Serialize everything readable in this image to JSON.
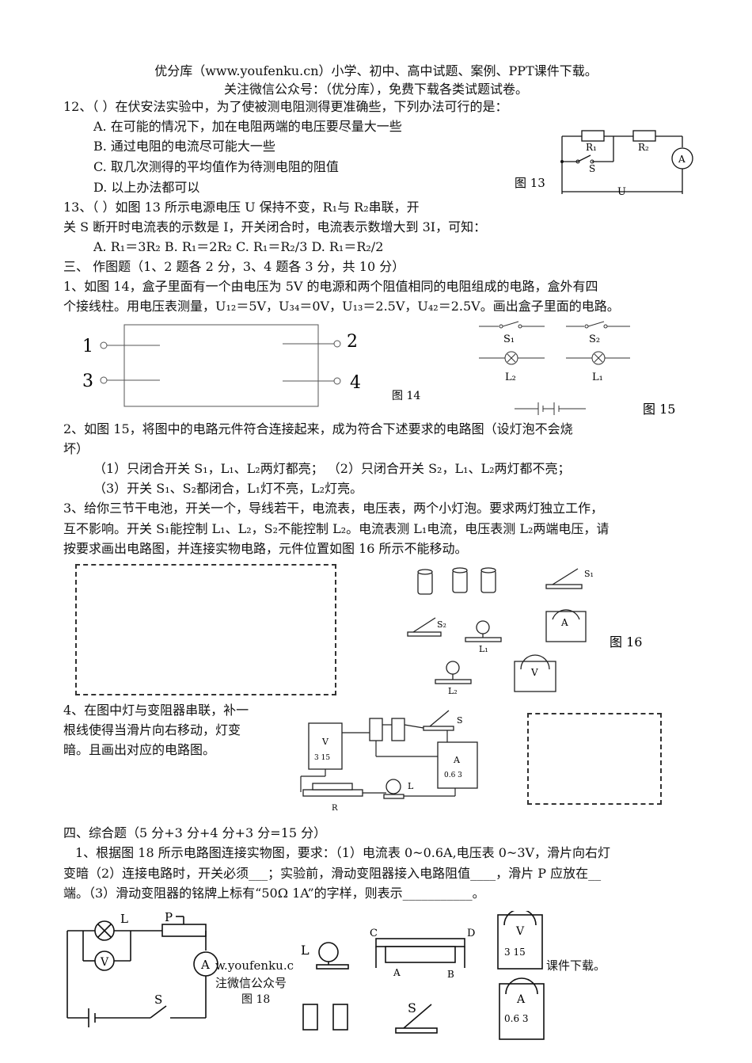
{
  "header": {
    "line1": "优分库（www.youfenku.cn）小学、初中、高中试题、案例、PPT课件下载。",
    "line2": "关注微信公众号：（优分库），免费下载各类试题试卷。"
  },
  "q12": {
    "stem": "12、（ ）在伏安法实验中，为了使被测电阻测得更准确些，下列办法可行的是：",
    "A": "A. 在可能的情况下，加在电阻两端的电压要尽量大一些",
    "B": "B. 通过电阻的电流尽可能大一些",
    "C": "C. 取几次测得的平均值作为待测电阻的阻值",
    "D": "D. 以上办法都可以"
  },
  "fig13": {
    "caption": "图 13",
    "r1": "R₁",
    "r2": "R₂",
    "s": "S",
    "u": "U",
    "a": "A"
  },
  "q13": {
    "line1": "13、（ ）如图 13 所示电源电压 U 保持不变，R₁与 R₂串联，开",
    "line2": "关 S 断开时电流表的示数是 I，开关闭合时，电流表示数增大到 3I，可知：",
    "options": "A. R₁＝3R₂    B. R₁＝2R₂    C. R₁＝R₂/3     D. R₁＝R₂/2"
  },
  "sec3": {
    "title": "三、       作图题（1、2 题各 2 分，3、4 题各 3 分，共 10 分）"
  },
  "p1": {
    "line1": "1、如图 14，盒子里面有一个由电压为 5V 的电源和两个阻值相同的电阻组成的电路，盒外有四",
    "line2": "个接线柱。用电压表测量，U₁₂＝5V，U₃₄＝0V，U₁₃＝2.5V，U₄₂＝2.5V。画出盒子里面的电路。"
  },
  "fig14": {
    "caption": "图 14",
    "t1": "1",
    "t2": "2",
    "t3": "3",
    "t4": "4"
  },
  "fig15": {
    "caption": "图 15",
    "s1": "S₁",
    "s2": "S₂",
    "l2": "L₂",
    "l1": "L₁"
  },
  "p2": {
    "line1": "2、如图 15，将图中的电路元件符合连接起来，成为符合下述要求的电路图（设灯泡不会烧",
    "line2": "坏）",
    "req1": "（1）只闭合开关 S₁，L₁、L₂两灯都亮；   （2）只闭合开关 S₂，L₁、L₂两灯都不亮；",
    "req2": "（3）开关 S₁、S₂都闭合，L₁灯不亮，L₂灯亮。"
  },
  "p3": {
    "line1": "3、给你三节干电池，开关一个，导线若干，电流表，电压表，两个小灯泡。要求两灯独立工作，",
    "line2": "互不影响。开关 S₁能控制 L₁、L₂，S₂不能控制 L₂。电流表测 L₁电流，电压表测 L₂两端电压，请",
    "line3": "按要求画出电路图，并连接实物电路，元件位置如图 16 所示不能移动。"
  },
  "fig16": {
    "caption": "图 16",
    "s1": "S₁",
    "s2": "S₂",
    "l1": "L₁",
    "l2": "L₂",
    "a": "A",
    "v": "V"
  },
  "p4": {
    "line1": "4、在图中灯与变阻器串联，补一",
    "line2": "根线使得当滑片向右移动，灯变",
    "line3": "暗。且画出对应的电路图。"
  },
  "fig17": {
    "s": "S",
    "l": "L",
    "r": "R",
    "v": "V",
    "vscale": "3  15",
    "a": "A",
    "ascale": "0.6  3"
  },
  "sec4": {
    "title": "四、综合题（5 分+3 分+4 分+3 分=15 分）"
  },
  "c1": {
    "line1": "1、根据图 18 所示电路图连接实物图，要求：（1）电流表 0~0.6A,电压表 0~3V，滑片向右灯",
    "line2": "变暗（2）连接电路时，开关必须___；实验前，滑动变阻器接入电路阻值____，滑片 P 应放在__",
    "line3": "端。（3）滑动变阻器的铭牌上标有“50Ω 1A”的字样，则表示___________。"
  },
  "fig18": {
    "caption": "图 18",
    "l": "L",
    "p": "P",
    "v": "V",
    "a": "A",
    "s": "S",
    "c": "C",
    "d": "D",
    "ta": "A",
    "tb": "B",
    "vscale": "3  15",
    "ascale": "0.6  3"
  },
  "footer": {
    "left": "w.youfenku.c",
    "left2": "注微信公众号",
    "right": "课件下载。"
  }
}
